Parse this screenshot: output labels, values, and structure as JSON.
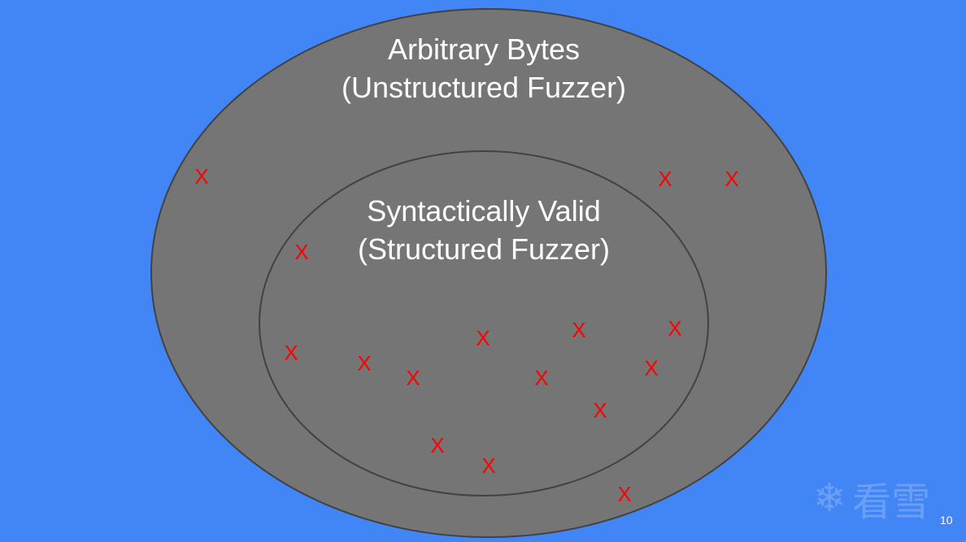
{
  "outer_set": {
    "line1": "Arbitrary Bytes",
    "line2": "(Unstructured Fuzzer)"
  },
  "inner_set": {
    "line1": "Syntactically Valid",
    "line2": "(Structured Fuzzer)"
  },
  "mark_symbol": "X",
  "watermark": {
    "text": "看雪"
  },
  "page_number": "10",
  "colors": {
    "background": "#4285f4",
    "ellipse_fill": "#757575",
    "ellipse_stroke": "#424242",
    "mark": "#ff0000"
  }
}
